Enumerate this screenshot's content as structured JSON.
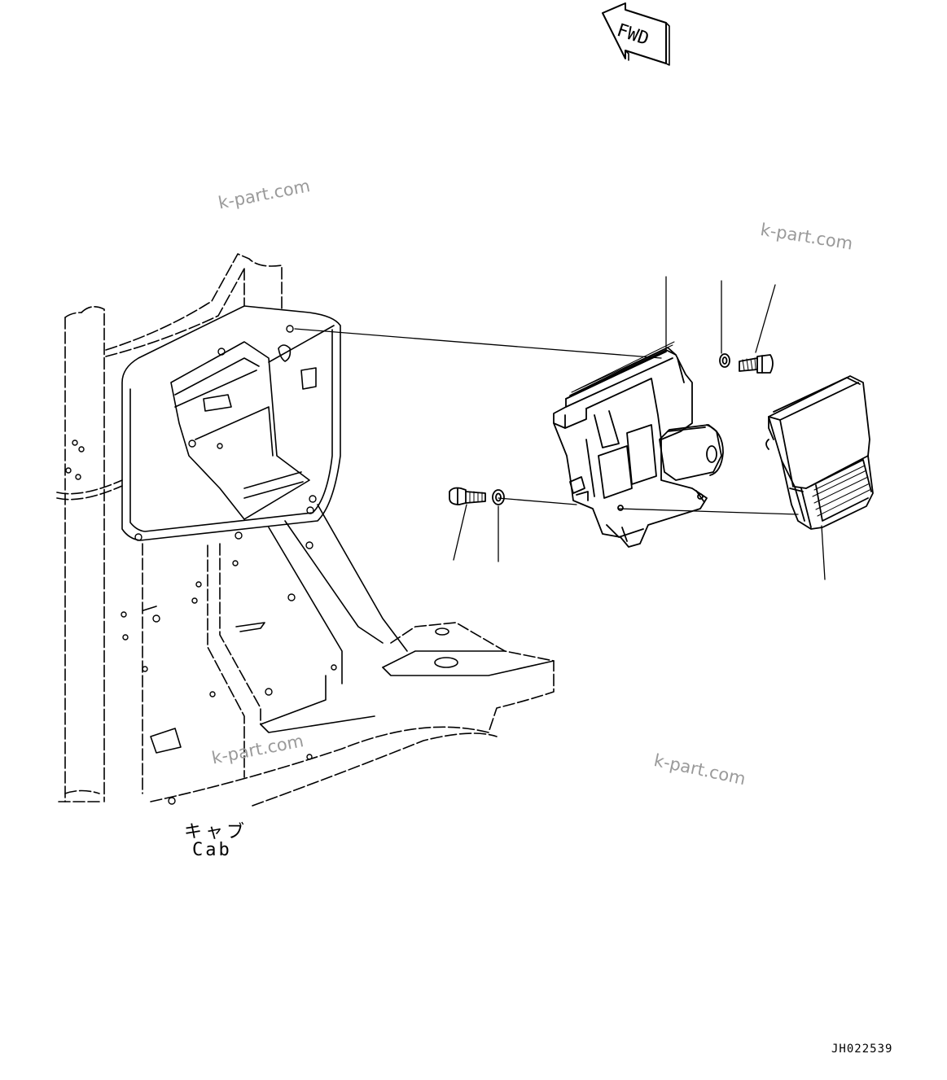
{
  "direction_arrow": {
    "label": "FWD"
  },
  "cab_label": {
    "japanese": "キャブ",
    "english": "Cab"
  },
  "figure_id": "JH022539",
  "watermarks": [
    "k-part.com",
    "k-part.com",
    "k-part.com",
    "k-part.com"
  ],
  "parts": [
    {
      "name": "controller-bracket"
    },
    {
      "name": "washer"
    },
    {
      "name": "bolt"
    },
    {
      "name": "controller-unit"
    },
    {
      "name": "bolt"
    },
    {
      "name": "washer"
    }
  ]
}
